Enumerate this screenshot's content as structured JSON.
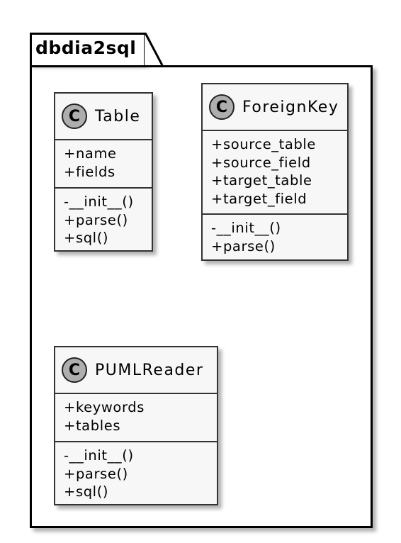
{
  "package": {
    "name": "dbdia2sql"
  },
  "classes": [
    {
      "name": "Table",
      "stereotype_letter": "C",
      "attributes": [
        "+name",
        "+fields"
      ],
      "methods": [
        "-__init__()",
        "+parse()",
        "+sql()"
      ]
    },
    {
      "name": "ForeignKey",
      "stereotype_letter": "C",
      "attributes": [
        "+source_table",
        "+source_field",
        "+target_table",
        "+target_field"
      ],
      "methods": [
        "-__init__()",
        "+parse()"
      ]
    },
    {
      "name": "PUMLReader",
      "stereotype_letter": "C",
      "attributes": [
        "+keywords",
        "+tables"
      ],
      "methods": [
        "-__init__()",
        "+parse()",
        "+sql()"
      ]
    }
  ],
  "colors": {
    "class_fill": "#f7f7f7",
    "class_border": "#333333",
    "badge_fill": "#aeaeae",
    "package_border": "#000000",
    "background": "#ffffff"
  }
}
